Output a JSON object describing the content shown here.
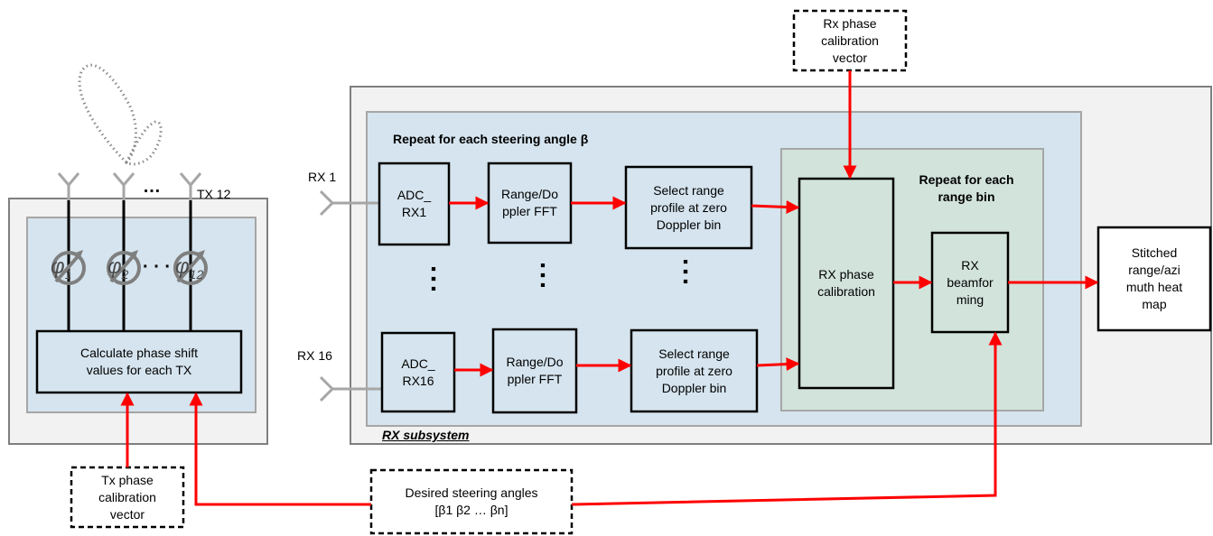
{
  "tx_section": {
    "tx_last_label": "TX 12",
    "tx_ellipsis": "…",
    "phase_symbol": "φ",
    "phase_subs": [
      "1",
      "2",
      "12"
    ],
    "phase_ellipsis": "· · ·",
    "calc_box": "Calculate phase shift\nvalues for each TX"
  },
  "tx_calibration": "Tx phase\ncalibration\nvector",
  "rx_calibration_top": "Rx phase\ncalibration\nvector",
  "steering_angles": "Desired steering angles\n[β1 β2 … βn]",
  "rx_subsystem": {
    "title": "RX subsystem",
    "repeat_steering": "Repeat for each steering angle β",
    "repeat_range": "Repeat for each\nrange bin",
    "rx1_label": "RX 1",
    "rx16_label": "RX 16",
    "adc_rx1": "ADC_\nRX1",
    "adc_rx16": "ADC_\nRX16",
    "fft_1": "Range/Do\nppler FFT",
    "fft_16": "Range/Do\nppler FFT",
    "select_1": "Select range\nprofile at zero\nDoppler bin",
    "select_16": "Select range\nprofile at zero\nDoppler bin",
    "vdots": ":",
    "phase_cal": "RX phase\ncalibration",
    "beamforming": "RX\nbeamfor\nming"
  },
  "output": "Stitched\nrange/azi\nmuth heat\nmap",
  "colors": {
    "arrow": "#ff0000",
    "outer_panel": "#f2f2f2",
    "inner_panel": "#d5e4ee",
    "range_panel": "#d2e3dc",
    "panel_border": "#a6a6a6",
    "antenna": "#a6a6a6"
  },
  "icons": [
    "antenna-icon",
    "phase-shifter-icon",
    "beam-pattern-icon"
  ]
}
